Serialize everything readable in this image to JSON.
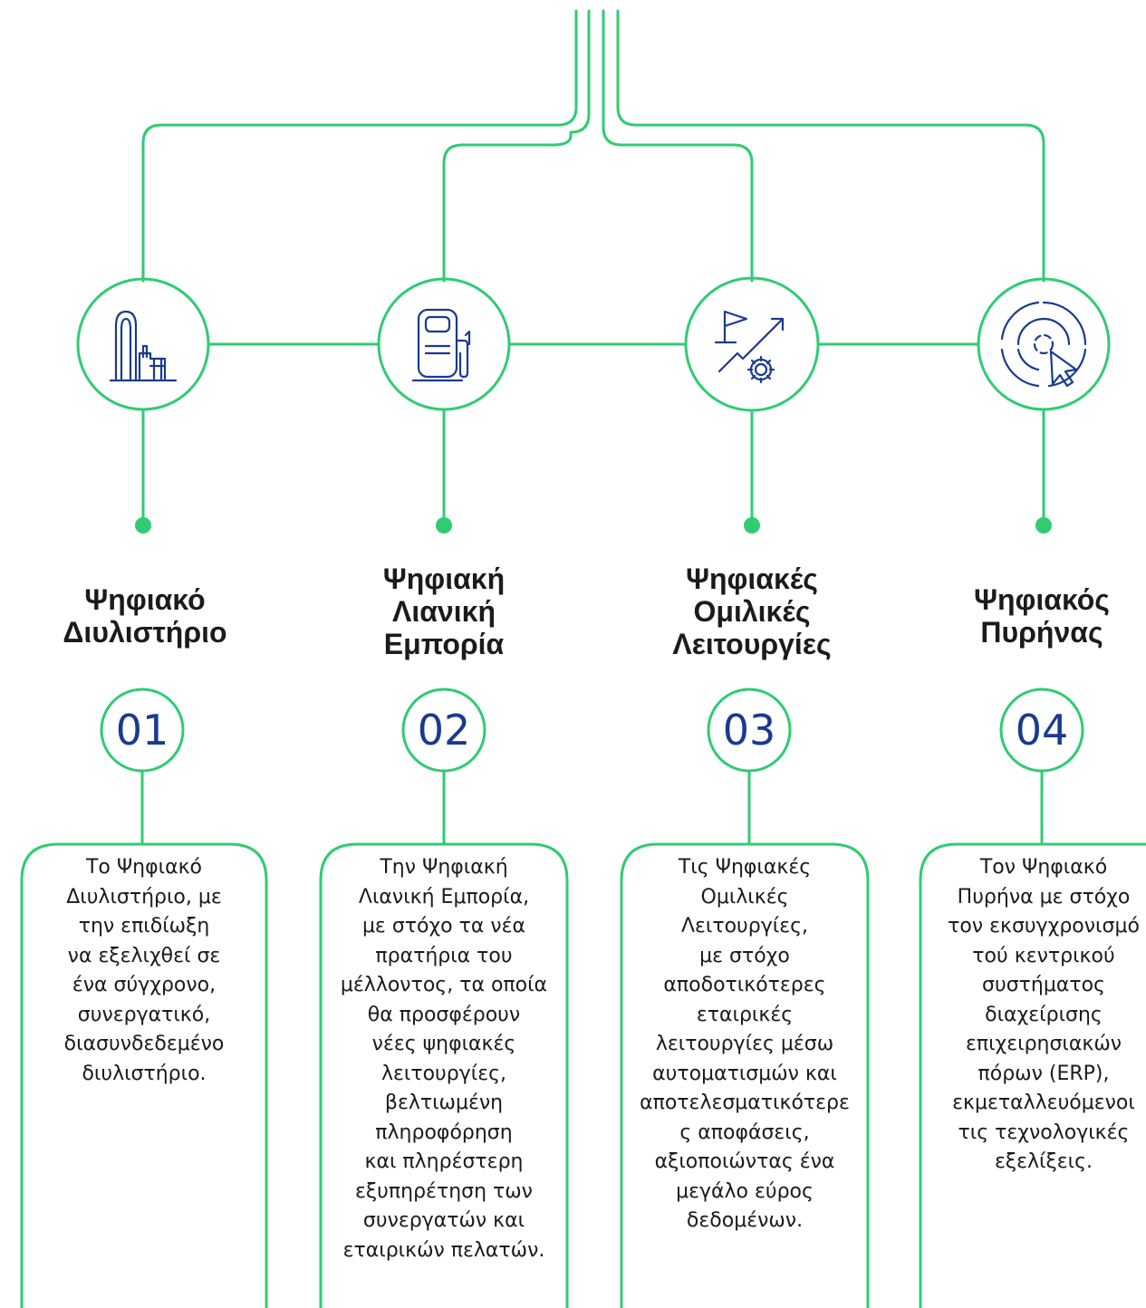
{
  "colors": {
    "line": "#2fcc71",
    "icon": "#1a3a8f",
    "number": "#1a3a8f",
    "text": "#1b1b1b"
  },
  "items": [
    {
      "icon": "refinery-icon",
      "title": "Ψηφιακό\nΔιυλιστήριο",
      "number": "01",
      "description": "Το Ψηφιακό\nΔιυλιστήριο, με\nτην επιδίωξη\nνα εξελιχθεί σε\nένα σύγχρονο,\nσυνεργατικό,\nδιασυνδεδεμένο\nδιυλιστήριο."
    },
    {
      "icon": "fuel-pump-icon",
      "title": "Ψηφιακή\nΛιανική\nΕμπορία",
      "number": "02",
      "description": "Την Ψηφιακή\nΛιανική Εμπορία,\nμε στόχο τα νέα\nπρατήρια του\nμέλλοντος, τα οποία\nθα προσφέρουν\nνέες ψηφιακές\nλειτουργίες,\nβελτιωμένη\nπληροφόρηση\nκαι πληρέστερη\nεξυπηρέτηση των\nσυνεργατών και\nεταιρικών πελατών."
    },
    {
      "icon": "flag-growth-gear-icon",
      "title": "Ψηφιακές\nΟμιλικές\nΛειτουργίες",
      "number": "03",
      "description": "Τις Ψηφιακές\nΟμιλικές\nΛειτουργίες,\nμε στόχο\nαποδοτικότερες\nεταιρικές\nλειτουργίες μέσω\nαυτοματισμών και\nαποτελεσματικότερε\nς αποφάσεις,\nαξιοποιώντας ένα\nμεγάλο εύρος\nδεδομένων."
    },
    {
      "icon": "target-cursor-icon",
      "title": "Ψηφιακός\nΠυρήνας",
      "number": "04",
      "description": "Τον Ψηφιακό\nΠυρήνα με στόχο\nτον εκσυγχρονισμό\nτού κεντρικού\nσυστήματος\nδιαχείρισης\nεπιχειρησιακών\nπόρων (ERP),\nεκμεταλλευόμενοι\nτις τεχνολογικές\nεξελίξεις."
    }
  ]
}
